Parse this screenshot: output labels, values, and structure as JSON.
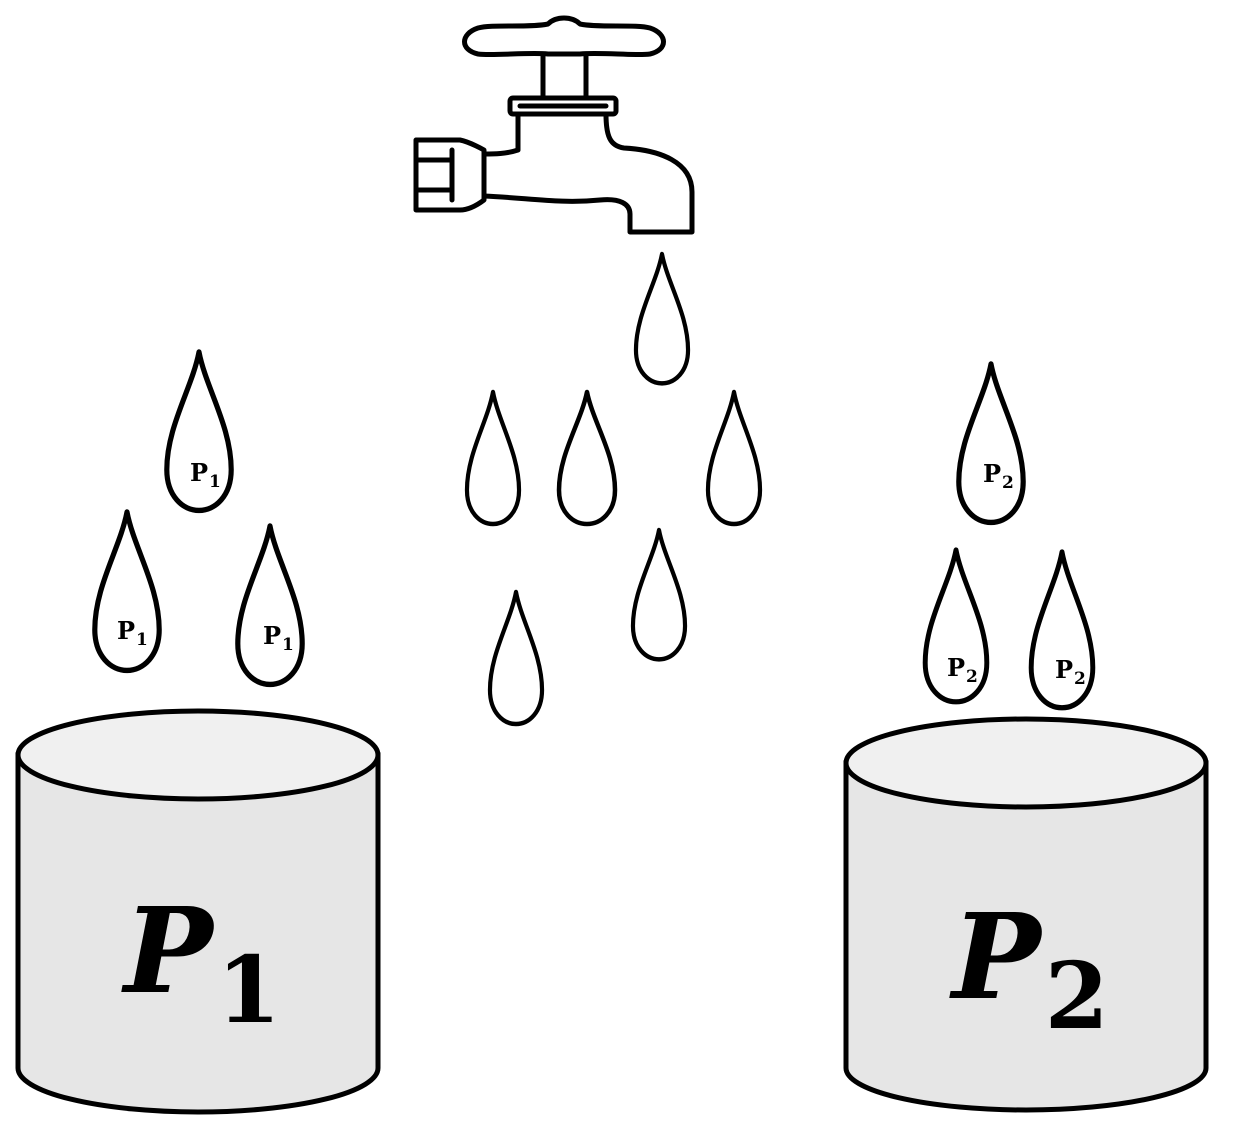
{
  "buckets": {
    "left": {
      "label": "P",
      "sub": "1"
    },
    "right": {
      "label": "P",
      "sub": "2"
    }
  },
  "drops": {
    "left_label": {
      "text": "P",
      "sub": "1"
    },
    "right_label": {
      "text": "P",
      "sub": "2"
    }
  },
  "colors": {
    "bucket_fill": "#e6e6e6",
    "bucket_top": "#f0f0f0",
    "stroke": "#000000",
    "background": "#ffffff"
  },
  "icons": {
    "faucet": "faucet-icon",
    "drop": "water-drop-icon",
    "bucket": "bucket-icon"
  }
}
